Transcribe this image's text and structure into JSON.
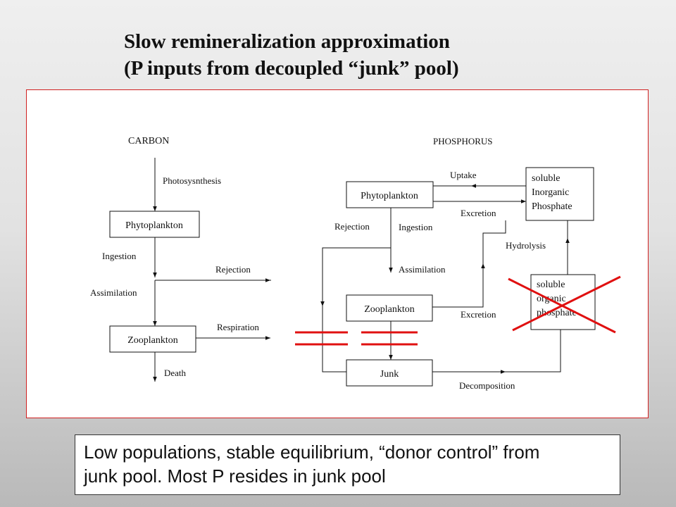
{
  "title": {
    "line1": "Slow remineralization approximation",
    "line2": "(P inputs from decoupled “junk” pool)"
  },
  "diagram": {
    "carbon": {
      "heading": "CARBON",
      "photosynthesis": "Photosysnthesis",
      "phytoplankton": "Phytoplankton",
      "ingestion": "Ingestion",
      "rejection": "Rejection",
      "assimilation": "Assimilation",
      "respiration": "Respiration",
      "zooplankton": "Zooplankton",
      "death": "Death"
    },
    "phosphorus": {
      "heading": "PHOSPHORUS",
      "uptake": "Uptake",
      "phytoplankton": "Phytoplankton",
      "soluble_inorganic_phosphate": [
        "soluble",
        "Inorganic",
        "Phosphate"
      ],
      "excretion_top": "Excretion",
      "rejection": "Rejection",
      "ingestion": "Ingestion",
      "hydrolysis": "Hydrolysis",
      "assimilation": "Assimilation",
      "soluble_organic_phosphate": [
        "soluble",
        "organic",
        "phosphate"
      ],
      "zooplankton": "Zooplankton",
      "excretion_bottom": "Excretion",
      "junk": "Junk",
      "decomposition": "Decomposition"
    },
    "colors": {
      "border": "#d02020",
      "cut_marks": "#e01010",
      "cross_out": "#e01010"
    }
  },
  "note": {
    "line1": "Low populations, stable equilibrium, “donor control” from",
    "line2": "junk pool.  Most P resides in junk pool"
  }
}
